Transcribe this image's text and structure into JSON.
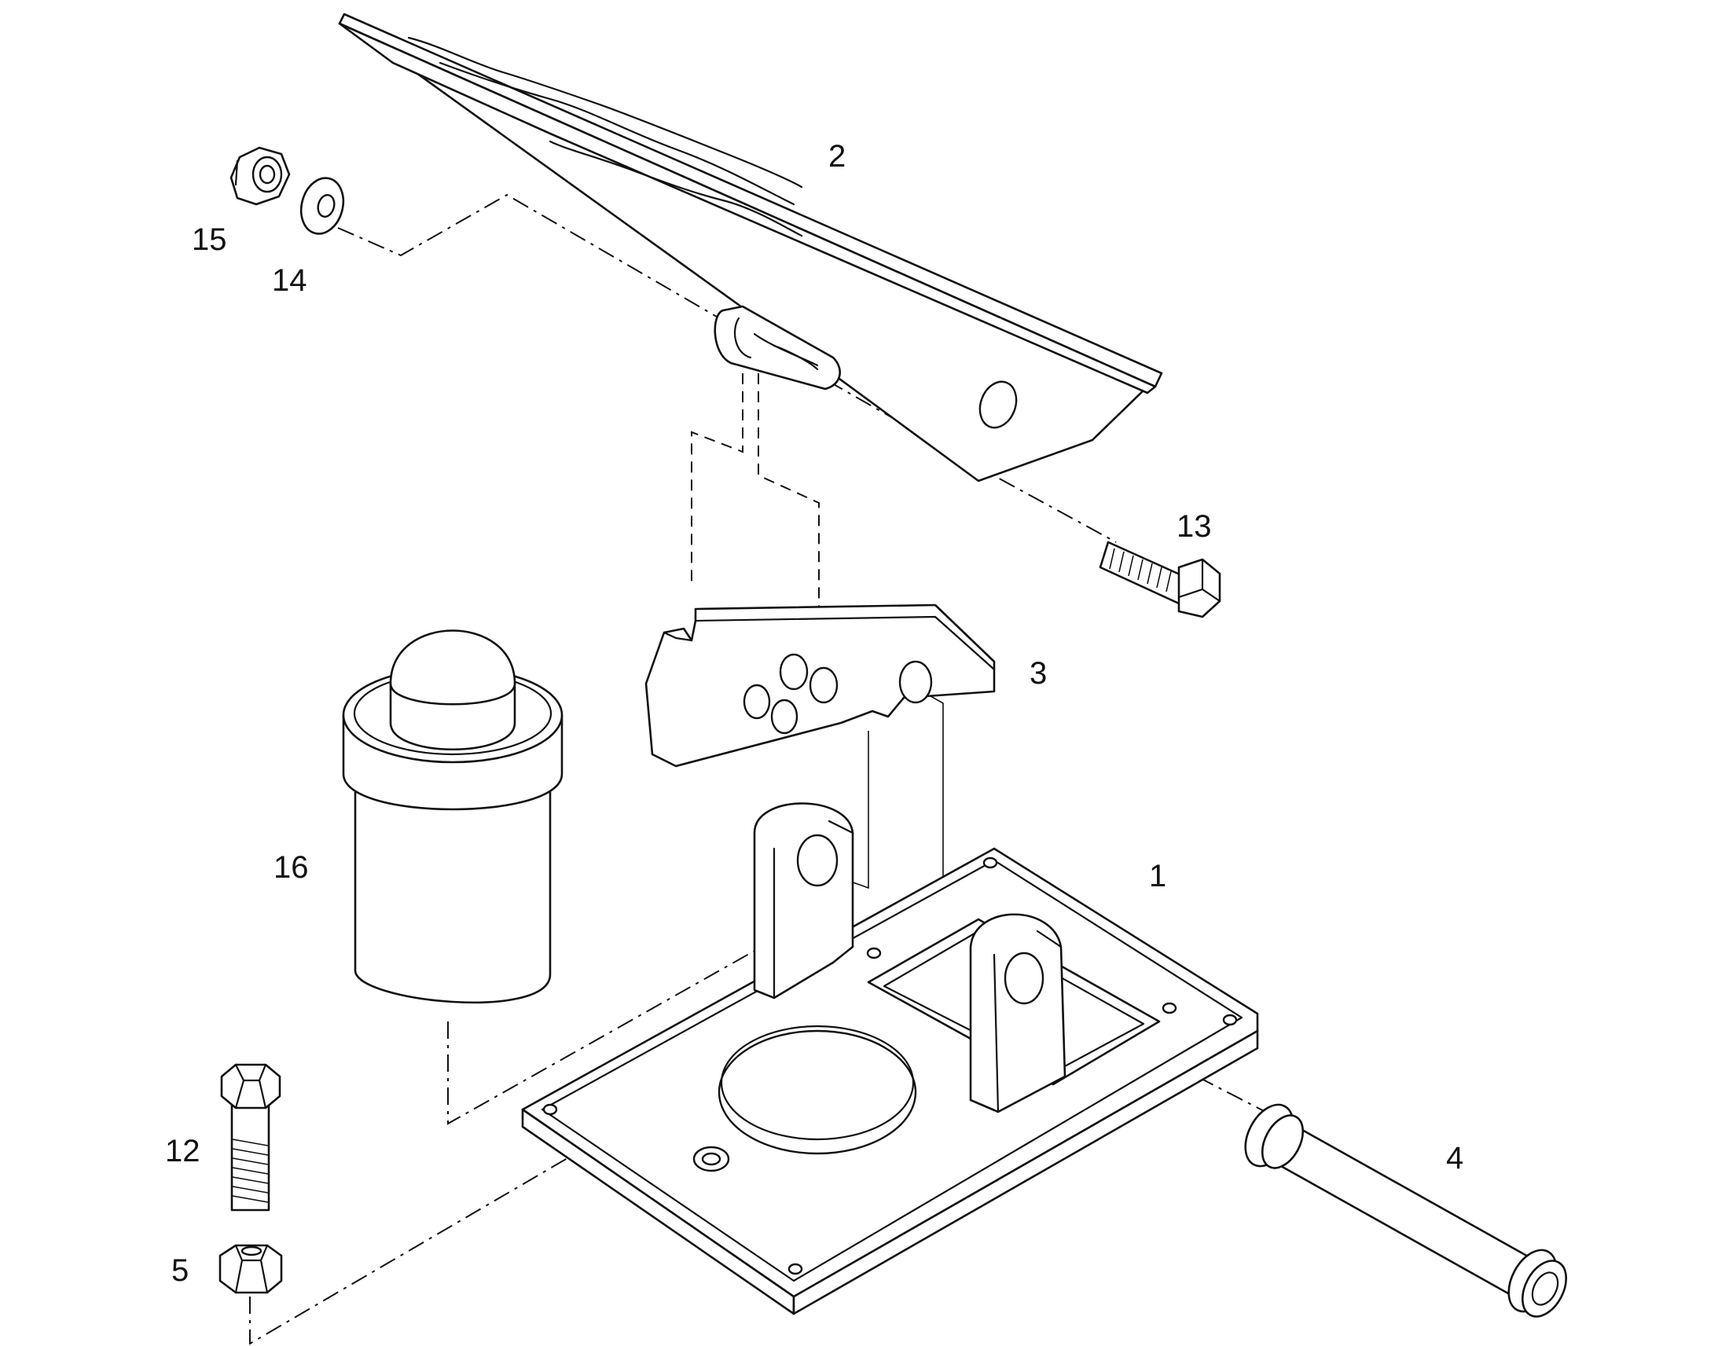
{
  "callouts": {
    "c1": "1",
    "c2": "2",
    "c3": "3",
    "c4": "4",
    "c5": "5",
    "c12": "12",
    "c13": "13",
    "c14": "14",
    "c15": "15",
    "c16": "16"
  }
}
